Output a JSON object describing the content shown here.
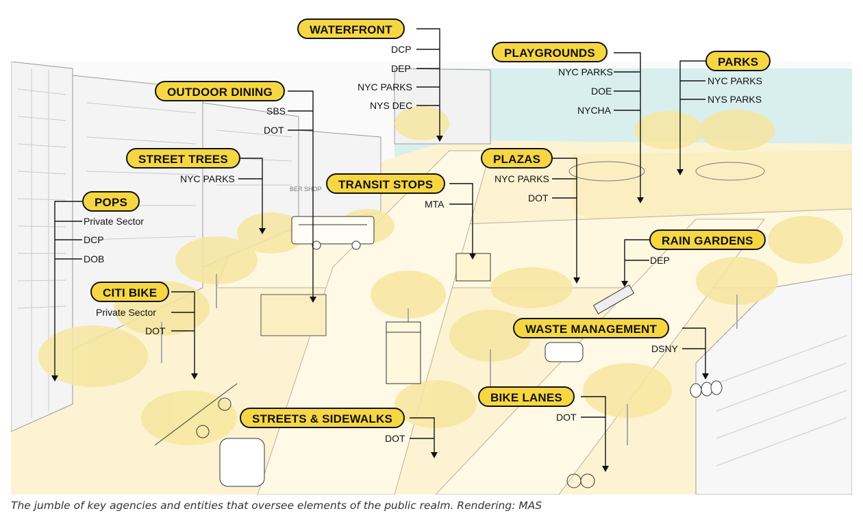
{
  "labels": {
    "waterfront": {
      "title": "WATERFRONT",
      "agencies": [
        "DCP",
        "DEP",
        "NYC PARKS",
        "NYS DEC"
      ]
    },
    "playgrounds": {
      "title": "PLAYGROUNDS",
      "agencies": [
        "NYC PARKS",
        "DOE",
        "NYCHA"
      ]
    },
    "parks": {
      "title": "PARKS",
      "agencies": [
        "NYC PARKS",
        "NYS PARKS"
      ]
    },
    "outdoor_dining": {
      "title": "OUTDOOR DINING",
      "agencies": [
        "SBS",
        "DOT"
      ]
    },
    "street_trees": {
      "title": "STREET TREES",
      "agencies": [
        "NYC PARKS"
      ]
    },
    "transit_stops": {
      "title": "TRANSIT STOPS",
      "agencies": [
        "MTA"
      ]
    },
    "plazas": {
      "title": "PLAZAS",
      "agencies": [
        "NYC PARKS",
        "DOT"
      ]
    },
    "pops": {
      "title": "POPS",
      "agencies": [
        "Private Sector",
        "DCP",
        "DOB"
      ]
    },
    "rain_gardens": {
      "title": "RAIN GARDENS",
      "agencies": [
        "DEP"
      ]
    },
    "citi_bike": {
      "title": "CITI BIKE",
      "agencies": [
        "Private Sector",
        "DOT"
      ]
    },
    "waste_management": {
      "title": "WASTE MANAGEMENT",
      "agencies": [
        "DSNY"
      ]
    },
    "bike_lanes": {
      "title": "BIKE LANES",
      "agencies": [
        "DOT"
      ]
    },
    "streets_sidewalks": {
      "title": "STREETS & SIDEWALKS",
      "agencies": [
        "DOT"
      ]
    }
  },
  "scene_text": {
    "shop_sign": "BER SHOP"
  },
  "caption": "The jumble of key agencies and entities that oversee elements of the public realm. Rendering: MAS",
  "colors": {
    "label_fill": "#f6d743",
    "tree_yellow": "#f8e7a6",
    "ground_yellow": "#fdf3cf",
    "water_blue": "#d4eeec",
    "line": "#111111"
  }
}
